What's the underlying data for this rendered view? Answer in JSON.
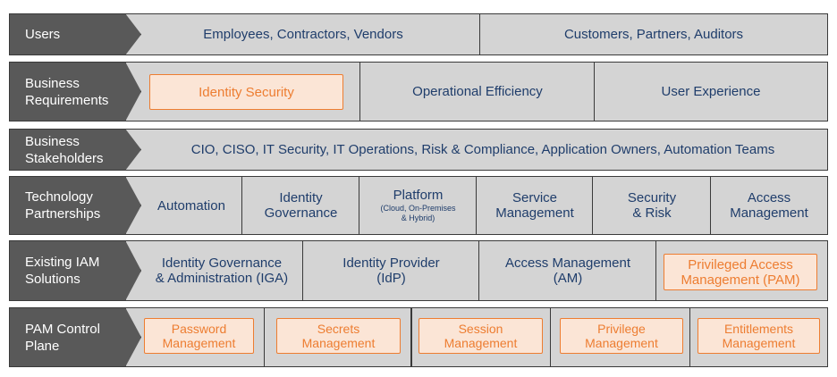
{
  "rows": {
    "users": {
      "label": [
        "Users"
      ],
      "cells": [
        "Employees, Contractors, Vendors",
        "Customers, Partners, Auditors"
      ]
    },
    "business_requirements": {
      "label": [
        "Business",
        "Requirements"
      ],
      "cells": [
        "Identity Security",
        "Operational Efficiency",
        "User Experience"
      ]
    },
    "business_stakeholders": {
      "label": [
        "Business",
        "Stakeholders"
      ],
      "cells": [
        "CIO, CISO, IT Security, IT Operations, Risk & Compliance, Application Owners, Automation Teams"
      ]
    },
    "technology_partnerships": {
      "label": [
        "Technology",
        "Partnerships"
      ],
      "cells": {
        "automation": [
          "Automation"
        ],
        "identity_governance": [
          "Identity",
          "Governance"
        ],
        "platform": [
          "Platform"
        ],
        "platform_note": [
          "(Cloud, On-Premises",
          "& Hybrid)"
        ],
        "service_management": [
          "Service",
          "Management"
        ],
        "security_risk": [
          "Security",
          "& Risk"
        ],
        "access_management": [
          "Access",
          "Management"
        ]
      }
    },
    "existing_iam": {
      "label": [
        "Existing IAM",
        "Solutions"
      ],
      "cells": {
        "iga": [
          "Identity  Governance",
          "& Administration (IGA)"
        ],
        "idp": [
          "Identity Provider",
          "(IdP)"
        ],
        "am": [
          "Access Management",
          "(AM)"
        ],
        "pam": [
          "Privileged Access",
          "Management (PAM)"
        ]
      }
    },
    "pam_control_plane": {
      "label": [
        "PAM Control",
        "Plane"
      ],
      "cells": {
        "password": [
          "Password",
          "Management"
        ],
        "secrets": [
          "Secrets",
          "Management"
        ],
        "session": [
          "Session",
          "Management"
        ],
        "privilege": [
          "Privilege",
          "Management"
        ],
        "entitlements": [
          "Entitlements",
          "Management"
        ]
      }
    }
  },
  "colors": {
    "label_bg": "#595959",
    "cell_bg": "#d4d4d4",
    "cell_text": "#1f3d6b",
    "highlight_border": "#ed7d31",
    "highlight_bg": "#fbe5d6"
  }
}
